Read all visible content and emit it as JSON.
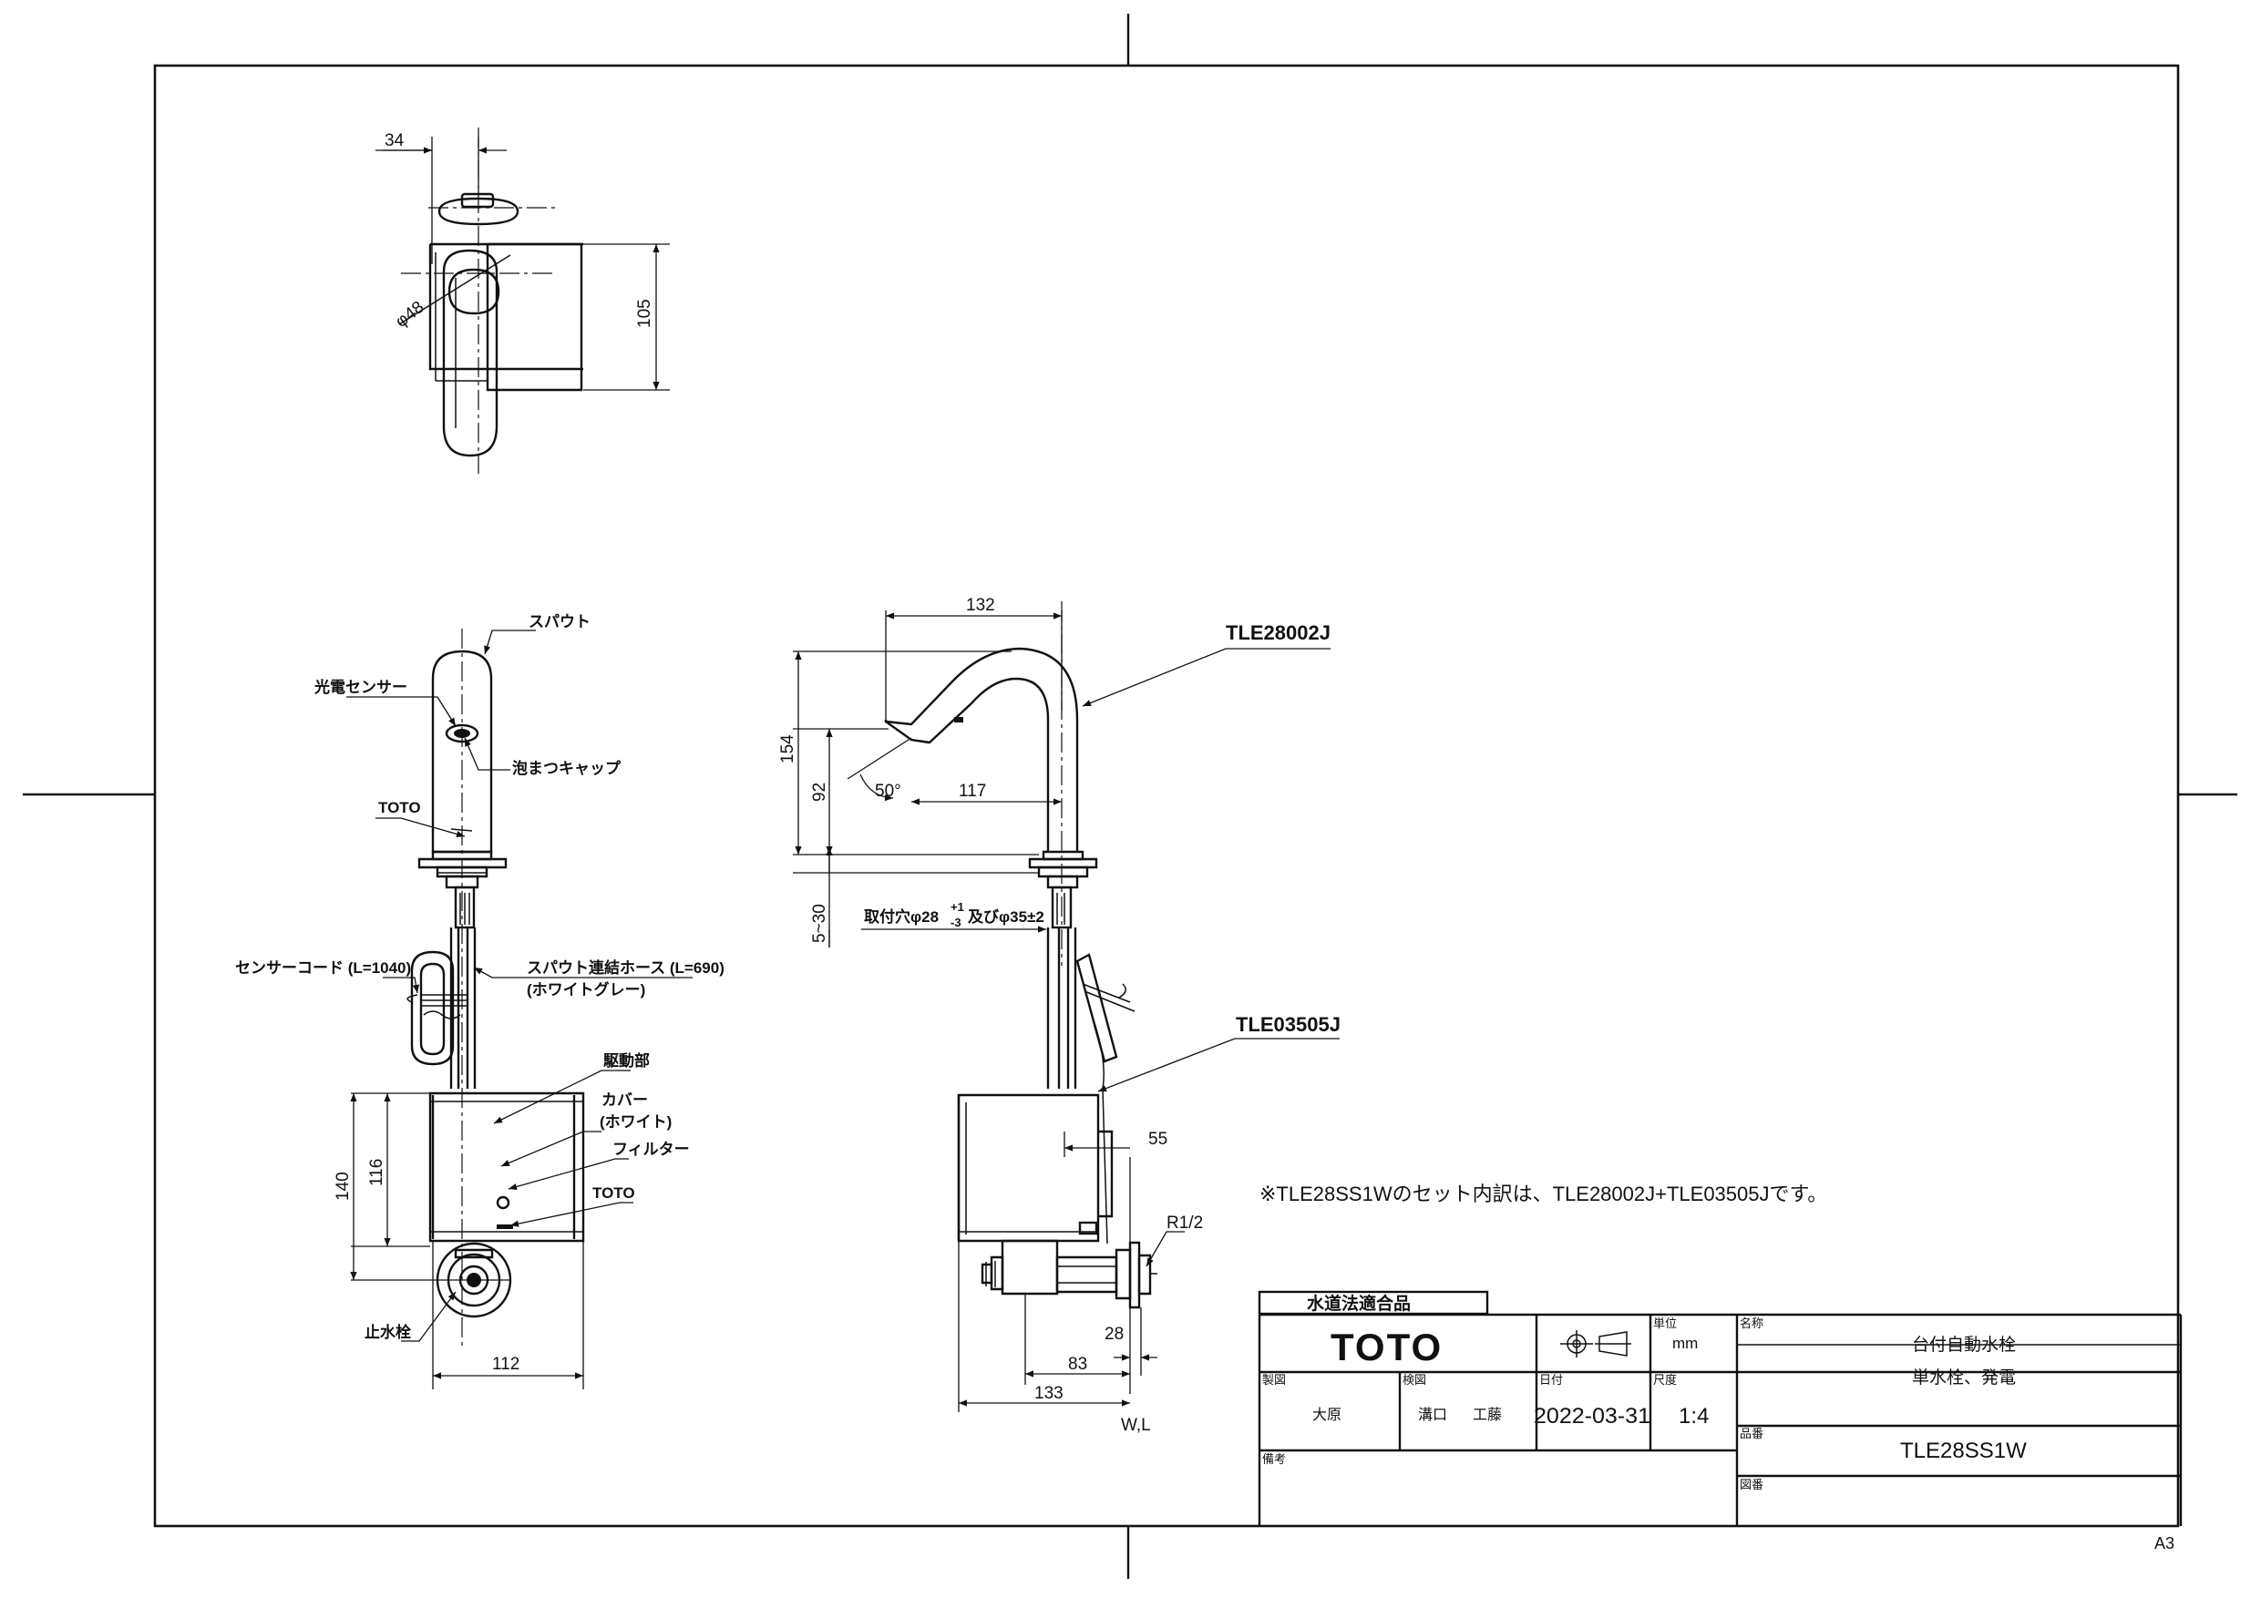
{
  "sheet_size": "A3",
  "note": "※TLE28SS1Wのセット内訳は、TLE28002J+TLE03505Jです。",
  "top_view": {
    "dim_width": "34",
    "dim_diameter": "φ48",
    "dim_depth": "105"
  },
  "front_view": {
    "label_spout": "スパウト",
    "label_sensor": "光電センサー",
    "label_aerator": "泡まつキャップ",
    "label_brand": "TOTO",
    "label_sensor_cord": "センサーコード (L=1040)",
    "label_hose": "スパウト連結ホース (L=690)",
    "label_hose_color": "(ホワイトグレー)",
    "label_drive": "駆動部",
    "label_cover": "カバー",
    "label_cover_color": "(ホワイト)",
    "label_filter": "フィルター",
    "label_brand2": "TOTO",
    "label_stop_valve": "止水栓",
    "dim_140": "140",
    "dim_116": "116",
    "dim_112": "112"
  },
  "side_view": {
    "part_faucet": "TLE28002J",
    "part_unit": "TLE03505J",
    "dim_132": "132",
    "dim_154": "154",
    "dim_92": "92",
    "dim_angle": "50°",
    "dim_117": "117",
    "dim_530": "5~30",
    "dim_hole_prefix": "取付穴φ28",
    "dim_hole_plus": "+1",
    "dim_hole_minus": "-3",
    "dim_hole_suffix": "及びφ35±2",
    "dim_55": "55",
    "dim_r12": "R1/2",
    "dim_28": "28",
    "dim_83": "83",
    "dim_133": "133",
    "label_wl": "W,L"
  },
  "title_block": {
    "cert": "水道法適合品",
    "brand": "TOTO",
    "unit_label": "単位",
    "unit_value": "mm",
    "name_label": "名称",
    "name_line1": "台付自動水栓",
    "name_line2": "単水栓、発電",
    "drawn_label": "製図",
    "drawn_value": "大原",
    "checked_label": "検図",
    "checked_value1": "溝口",
    "checked_value2": "工藤",
    "date_label": "日付",
    "date_value": "2022-03-31",
    "scale_label": "尺度",
    "scale_value": "1:4",
    "model_label": "品番",
    "model_value": "TLE28SS1W",
    "remarks_label": "備考",
    "drawing_no_label": "図番"
  }
}
